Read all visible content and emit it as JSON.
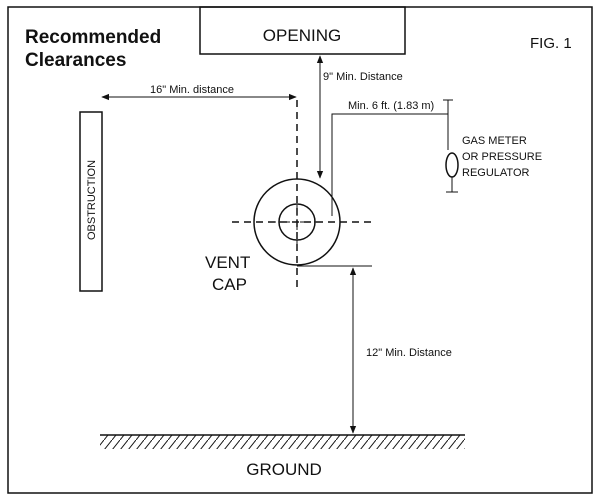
{
  "figure": {
    "title_line1": "Recommended",
    "title_line2": "Clearances",
    "fig_label": "FIG. 1"
  },
  "labels": {
    "opening": "OPENING",
    "obstruction": "OBSTRUCTION",
    "vent_cap_line1": "VENT",
    "vent_cap_line2": "CAP",
    "gas_meter_line1": "GAS METER",
    "gas_meter_line2": "OR PRESSURE",
    "gas_meter_line3": "REGULATOR",
    "ground": "GROUND"
  },
  "dimensions": {
    "to_obstruction": "16\" Min. distance",
    "to_opening": "9\" Min. Distance",
    "to_gas_meter": "Min. 6 ft. (1.83 m)",
    "to_ground": "12\" Min. Distance"
  }
}
